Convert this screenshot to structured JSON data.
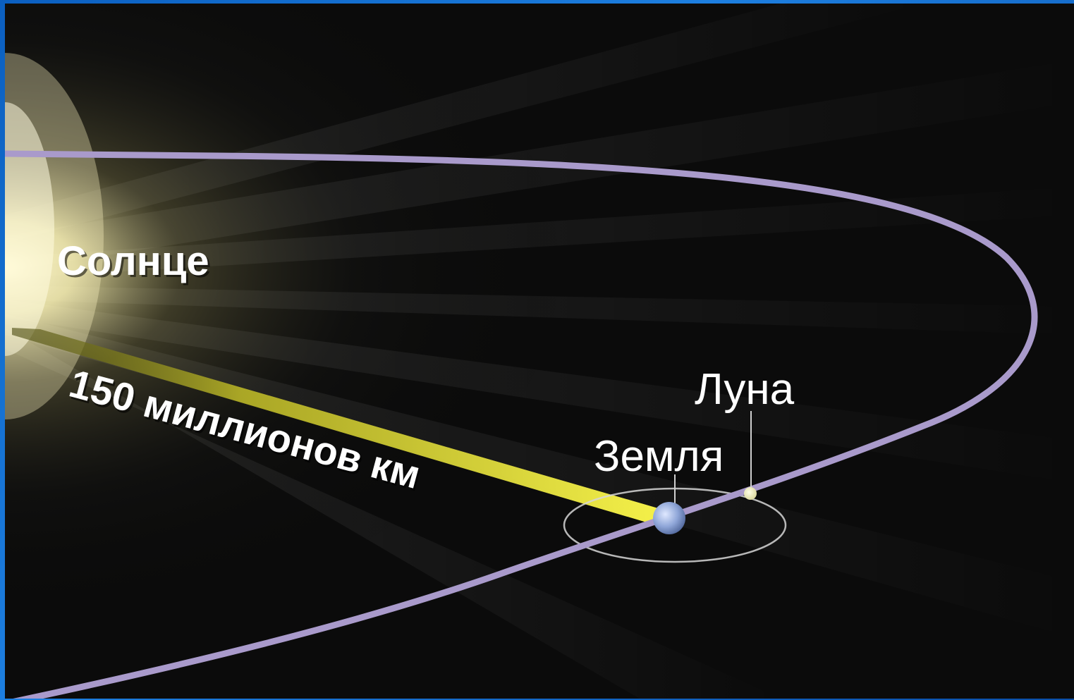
{
  "diagram": {
    "labels": {
      "sun": "Солнце",
      "distance": "150 миллионов км",
      "earth": "Земля",
      "moon": "Луна"
    },
    "colors": {
      "orbit": "#a99acb",
      "sun_glow": "#fff7c0",
      "beam": "#f2ee3a",
      "earth": "#8fa6d8",
      "moon": "#f3f0b8",
      "background": "#0b0b0b",
      "frame": "#1d7fe0"
    },
    "icons": [
      "sun-icon",
      "earth-icon",
      "moon-icon"
    ]
  }
}
